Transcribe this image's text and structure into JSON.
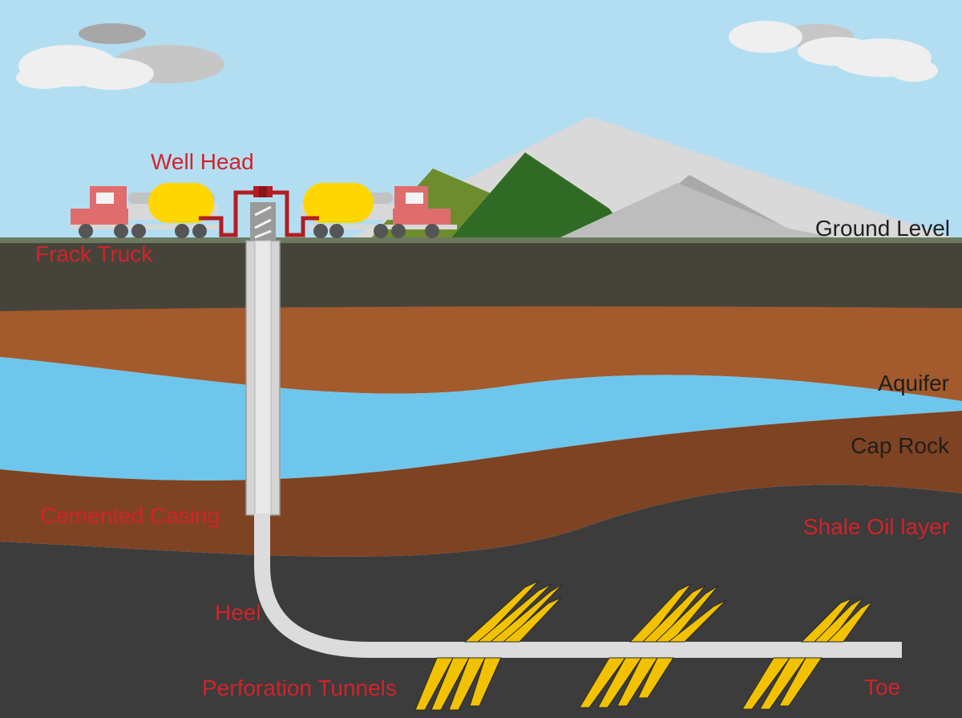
{
  "labels": {
    "well_head": "Well Head",
    "frack_truck": "Frack Truck",
    "ground_level": "Ground Level",
    "aquifer": "Aquifer",
    "cap_rock": "Cap Rock",
    "cemented_casing": "Cemented Casing",
    "shale_oil_layer": "Shale Oil layer",
    "heel": "Heel",
    "perforation_tunnels": "Perforation Tunnels",
    "toe": "Toe"
  },
  "colors": {
    "sky": "#b3def2",
    "topsoil": "#46443a",
    "clay": "#a35a2d",
    "aquifer": "#6ec6ec",
    "cap_rock": "#7e4322",
    "shale": "#3c3c3c",
    "casing": "#d4d4d4",
    "wellbore": "#dcdcdc",
    "fracture": "#f2c200",
    "pipe": "#b21d22",
    "truck_cab": "#e06d6d",
    "tank": "#ffd600",
    "label_red": "#d2232a",
    "label_dark": "#1e1e1e"
  }
}
